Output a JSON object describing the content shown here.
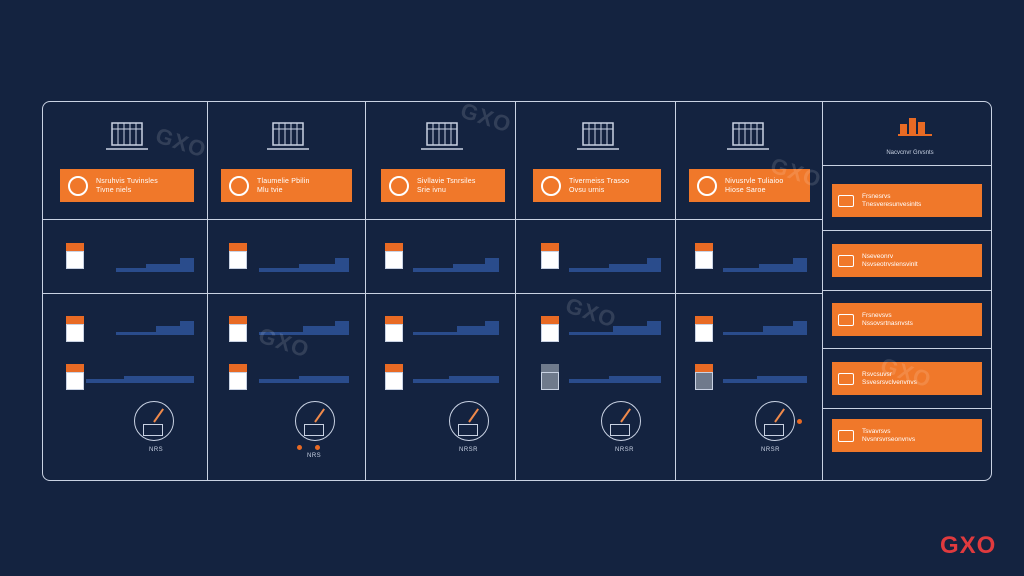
{
  "brand": {
    "corner_logo": "GXO",
    "watermark": "GXO",
    "accent": "#f0782a",
    "background": "#142340"
  },
  "columns": [
    {
      "banner_line1": "Nsruhvis Tuvinsles",
      "banner_line2": "Tivne niels",
      "gauge_label": "NRS"
    },
    {
      "banner_line1": "Tlaumelie Pbilin",
      "banner_line2": "Mlu tvie",
      "gauge_label": "NRS"
    },
    {
      "banner_line1": "Sivllavie Tsnrsiles",
      "banner_line2": "Srie ivnu",
      "gauge_label": "NRSR"
    },
    {
      "banner_line1": "Tivermeiss Trasoo",
      "banner_line2": "Ovsu urnis",
      "gauge_label": "NRSR"
    },
    {
      "banner_line1": "Nivusrvle Tuliaioo",
      "banner_line2": "Hiose Saroe",
      "gauge_label": "NRSR"
    }
  ],
  "sidebar": {
    "title": "Nacvcnvr Grvsnts",
    "items": [
      {
        "top": "Frsnesrvs",
        "bottom": "Tnesveresunvesinlts"
      },
      {
        "top": "Nseveonrv",
        "bottom": "Nsvseotrvslensvinlt"
      },
      {
        "top": "Frsnevsvs",
        "bottom": "Nssovsrtnasnvsts"
      },
      {
        "top": "Rsvcsuvsr",
        "bottom": "Ssvesrsvclvenvnvs"
      },
      {
        "top": "Tsvavrsvs",
        "bottom": "Nvsnrsvrseonvnvs"
      }
    ]
  }
}
